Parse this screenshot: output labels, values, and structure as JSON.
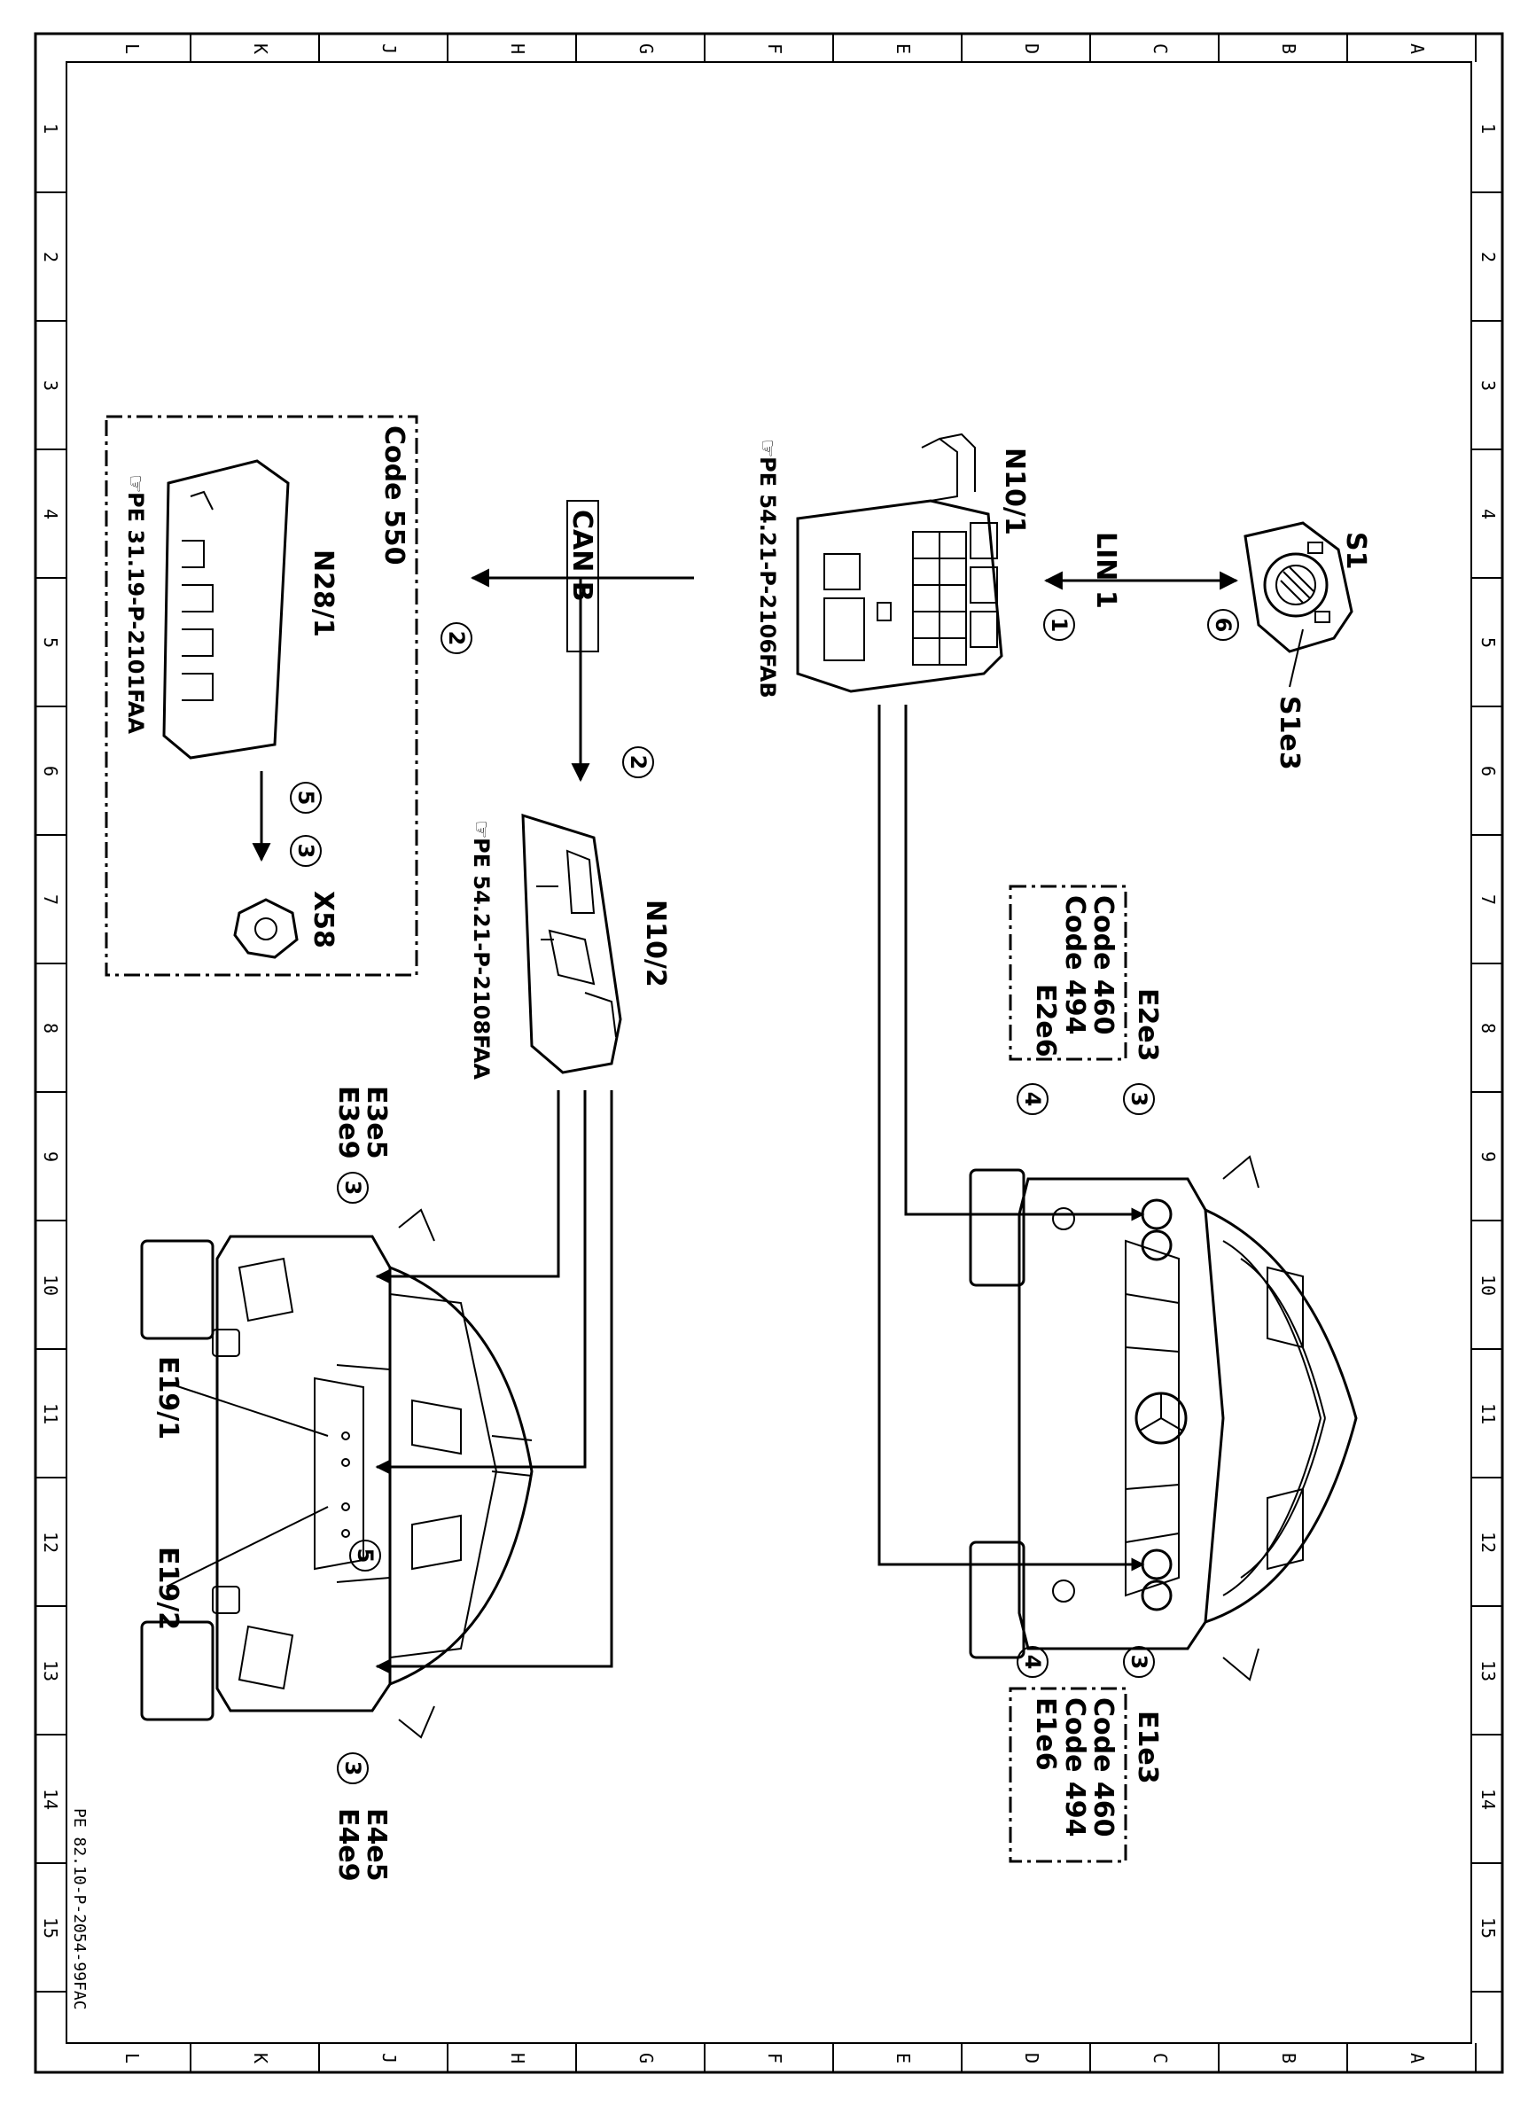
{
  "frame": {
    "columns": [
      "L",
      "K",
      "J",
      "H",
      "G",
      "F",
      "E",
      "D",
      "C",
      "B",
      "A"
    ],
    "rows": [
      "1",
      "2",
      "3",
      "4",
      "5",
      "6",
      "7",
      "8",
      "9",
      "10",
      "11",
      "12",
      "13",
      "14",
      "15"
    ],
    "document_id": "PE 82.10-P-2054-99FAC"
  },
  "components": {
    "S1": "S1",
    "S1e3": "S1e3",
    "N10_1": "N10/1",
    "N10_2": "N10/2",
    "N28_1": "N28/1",
    "X58": "X58",
    "E1e3": "E1e3",
    "E1e6": "E1e6",
    "E2e3": "E2e3",
    "E2e6": "E2e6",
    "E3e5": "E3e5",
    "E3e9": "E3e9",
    "E4e5": "E4e5",
    "E4e9": "E4e9",
    "E19_1": "E19/1",
    "E19_2": "E19/2"
  },
  "buses": {
    "lin": "LIN 1",
    "can": "CAN B"
  },
  "codes": {
    "code_550": "Code 550",
    "code_460": "Code 460",
    "code_494": "Code 494"
  },
  "references": {
    "n10_1": "PE 54.21-P-2106FAB",
    "n10_2": "PE 54.21-P-2108FAA",
    "n28_1": "PE 31.19-P-2101FAA"
  },
  "markers": {
    "m1": "1",
    "m2": "2",
    "m3": "3",
    "m4": "4",
    "m5": "5",
    "m6": "6"
  }
}
